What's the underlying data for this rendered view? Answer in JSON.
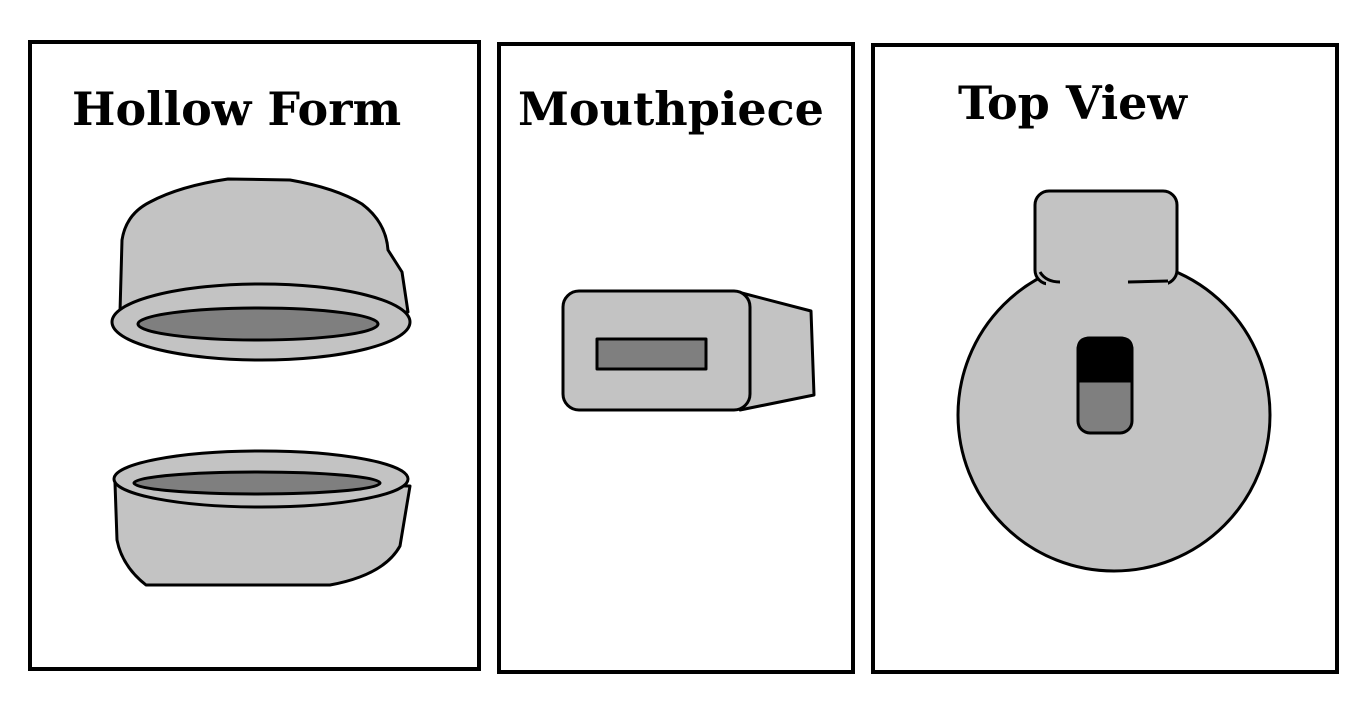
{
  "colors": {
    "fill_light": "#c3c3c3",
    "fill_dark": "#7f7f7f",
    "fill_black": "#000000",
    "outline": "#000000",
    "background": "#ffffff"
  },
  "panels": [
    {
      "title": "Hollow Form"
    },
    {
      "title": "Mouthpiece"
    },
    {
      "title": "Top View"
    }
  ]
}
